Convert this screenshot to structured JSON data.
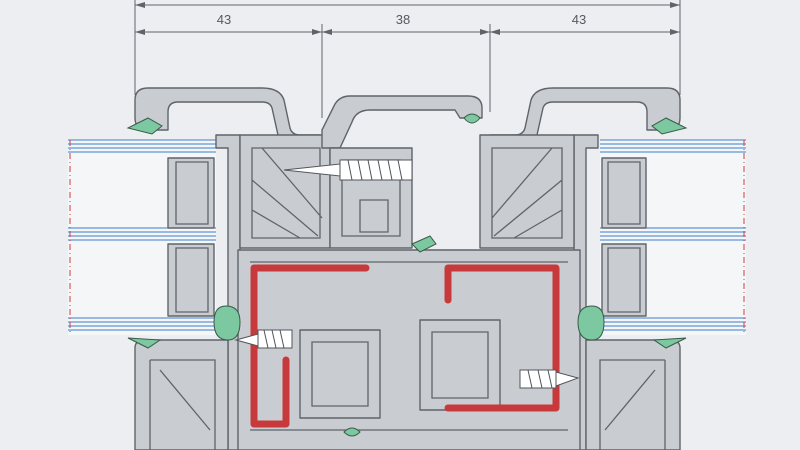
{
  "dimensions": {
    "left_value": "43",
    "middle_value": "38",
    "right_value": "43"
  },
  "colors": {
    "background": "#eceef1",
    "profile_fill": "#c9cdd2",
    "profile_stroke": "#5f646b",
    "reinforcement": "#c8393b",
    "gasket": "#7cc8a0",
    "glass_line": "#3e7fc8",
    "glass_centerline": "#d23c3c"
  },
  "icons": {
    "screw": "screw-icon",
    "gasket": "gasket-icon"
  }
}
